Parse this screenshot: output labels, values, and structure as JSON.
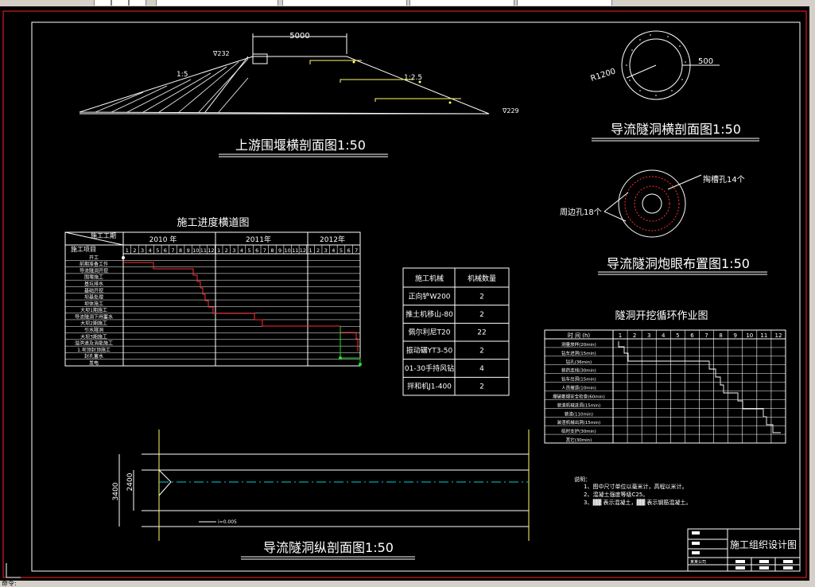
{
  "toolbar": {
    "icon_names": [
      "toolbar-icon-1",
      "toolbar-icon-2",
      "toolbar-icon-3"
    ]
  },
  "command_line": {
    "text": "命令:"
  },
  "drawing": {
    "cofferdam": {
      "title": "上游围堰横剖面图1:50",
      "crest_width": "5000",
      "elev_top": "∇232",
      "elev_bottom": "∇229",
      "slope_left": "1:5",
      "slope_right": "1:2.5"
    },
    "tunnel_cross": {
      "title": "导流隧洞横剖面图1:50",
      "radius_label": "R1200",
      "thickness_label": "500"
    },
    "blast_layout": {
      "title": "导流隧洞炮眼布置图1:50",
      "label_cut": "掏槽孔14个",
      "label_perimeter": "周边孔18个"
    },
    "schedule": {
      "title": "施工进度横道图",
      "header_period": "施工工期",
      "header_item": "施工项目",
      "years": [
        "2010 年",
        "2011年",
        "2012年"
      ],
      "months_2010": [
        "1",
        "2",
        "3",
        "4",
        "5",
        "6",
        "7",
        "8",
        "9",
        "10",
        "11",
        "12"
      ],
      "months_2011": [
        "1",
        "2",
        "3",
        "4",
        "5",
        "6",
        "7",
        "8",
        "9",
        "10",
        "11",
        "12"
      ],
      "months_2012": [
        "1",
        "2",
        "3",
        "4",
        "5",
        "6",
        "7"
      ],
      "items": [
        "开工",
        "前期准备工作",
        "导流隧洞开挖",
        "围堰施工",
        "基坑排水",
        "基础开挖",
        "坝基处理",
        "坝体施工",
        "大坝1期施工",
        "导流隧洞下闸蓄水",
        "大坝2期施工",
        "引水隧洞",
        "大坝3期施工",
        "溢洪道及消能施工",
        "1.坝顶封顶施工",
        "封孔蓄水",
        "发电"
      ]
    },
    "machines": {
      "headers": [
        "施工机械",
        "机械数量"
      ],
      "rows": [
        {
          "name": "正向铲W200",
          "qty": "2"
        },
        {
          "name": "推土机移山-80",
          "qty": "2"
        },
        {
          "name": "佩尔利尼T20",
          "qty": "22"
        },
        {
          "name": "振动碾YT3-50",
          "qty": "2"
        },
        {
          "name": "01-30手持风钻",
          "qty": "4"
        },
        {
          "name": "拌和机J1-400",
          "qty": "2"
        }
      ]
    },
    "cycle": {
      "title": "隧洞开挖循环作业图",
      "header_time": "时 间 (h)",
      "hours": [
        "1",
        "2",
        "3",
        "4",
        "5",
        "6",
        "7",
        "8",
        "9",
        "10",
        "11",
        "12"
      ],
      "tasks": [
        "测量放样(20min)",
        "钻车进洞(15min)",
        "钻孔(36min)",
        "装药连线(30min)",
        "钻车出洞(15min)",
        "人员撤退(10min)",
        "爆破散烟安全检查(60min)",
        "装渣机械进洞(15min)",
        "装渣(110min)",
        "装渣机械出洞(15min)",
        "临时支护(30min)",
        "其它(30min)"
      ]
    },
    "long_section": {
      "title": "导流隧洞纵剖面图1:50",
      "dim_outer": "3400",
      "dim_inner": "2400",
      "slope_label": "i=0.005"
    },
    "notes": {
      "heading": "说明：",
      "lines": [
        "1、图中尺寸单位以毫米计，高程以米计。",
        "2、混凝土强度等级C25。",
        "3、▓▓ 表示混凝土，▓▓ 表示钢筋混凝土。"
      ]
    },
    "title_block": {
      "name": "施工组织设计图",
      "company": "某某公司"
    }
  },
  "colors": {
    "frame": "#ff2020",
    "line": "#ffffff",
    "yellow": "#ffff66",
    "green": "#22dd22",
    "cyan": "#00d0d0",
    "red": "#ff3030"
  }
}
